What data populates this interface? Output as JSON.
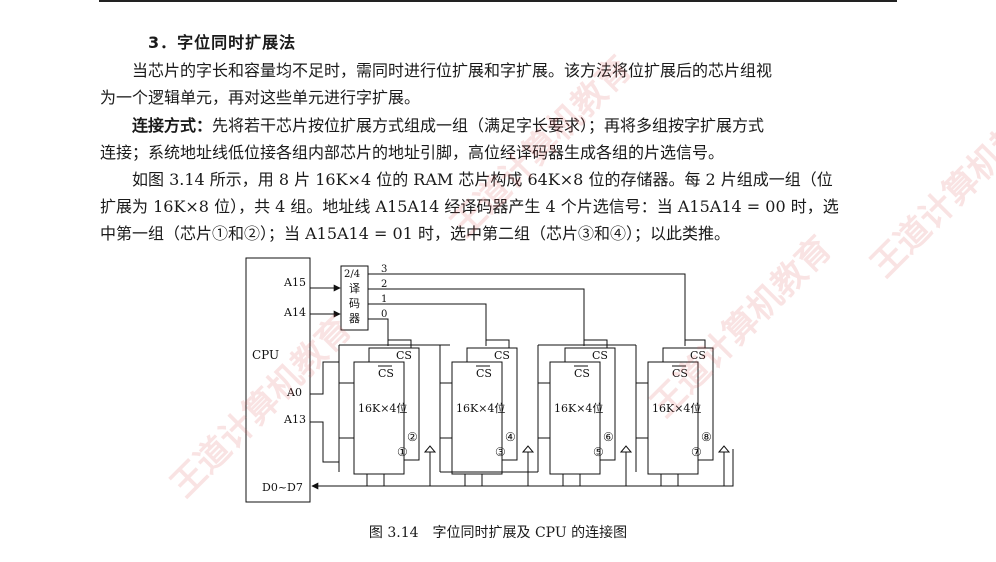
{
  "section": {
    "title": "3．字位同时扩展法"
  },
  "p1": {
    "l1": "当芯片的字长和容量均不足时，需同时进行位扩展和字扩展。该方法将位扩展后的芯片组视",
    "l2": "为一个逻辑单元，再对这些单元进行字扩展。"
  },
  "p2": {
    "lead": "连接方式：",
    "l1": "先将若干芯片按位扩展方式组成一组（满足字长要求）；再将多组按字扩展方式",
    "l2": "连接；系统地址线低位接各组内部芯片的地址引脚，高位经译码器生成各组的片选信号。"
  },
  "p3": {
    "l1": "如图 3.14 所示，用 8 片 16K×4 位的 RAM 芯片构成 64K×8 位的存储器。每 2 片组成一组（位",
    "l2": "扩展为 16K×8 位），共 4 组。地址线 A15A14 经译码器产生 4 个片选信号：当 A15A14 = 00 时，选",
    "l3": "中第一组（芯片①和②）；当 A15A14 = 01 时，选中第二组（芯片③和④）；以此类推。"
  },
  "diagram": {
    "cpu_label": "CPU",
    "a15": "A15",
    "a14": "A14",
    "a0": "A0",
    "a13": "A13",
    "data_bus": "D0~D7",
    "decoder_lines": [
      "2/4",
      "译",
      "码",
      "器"
    ],
    "decoder_outputs": [
      "3",
      "2",
      "1",
      "0"
    ],
    "cs": "CS",
    "chip_label": "16K×4位",
    "chip_numbers": [
      "①",
      "②",
      "③",
      "④",
      "⑤",
      "⑥",
      "⑦",
      "⑧"
    ]
  },
  "figure": {
    "caption": "图 3.14　字位同时扩展及 CPU 的连接图"
  },
  "watermark": "王道计算机教育"
}
